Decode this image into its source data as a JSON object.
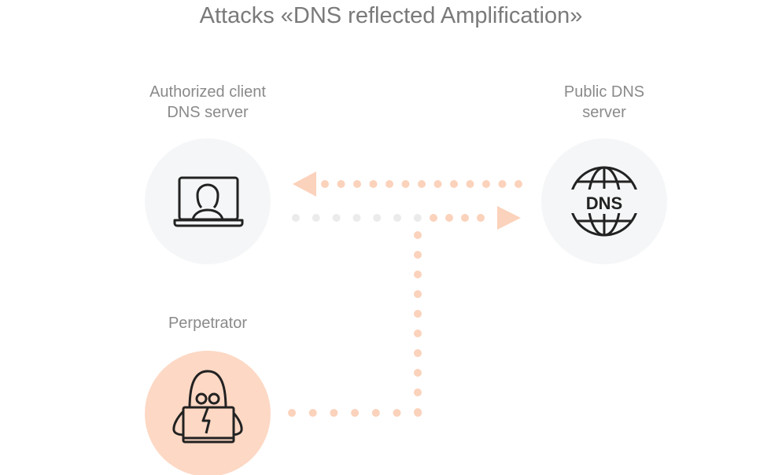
{
  "title": "Attacks «DNS reflected Amplification»",
  "nodes": {
    "client": {
      "line1": "Authorized client",
      "line2": "DNS server"
    },
    "public": {
      "line1": "Public DNS",
      "line2": "server",
      "icon_text": "DNS"
    },
    "perpetrator": {
      "label": "Perpetrator"
    }
  },
  "colors": {
    "peach": "#fbd2bb",
    "grey_dot": "#ebebeb",
    "node_bg": "#f5f6f7",
    "perp_bg": "#fdd8c4",
    "icon": "#222222"
  }
}
